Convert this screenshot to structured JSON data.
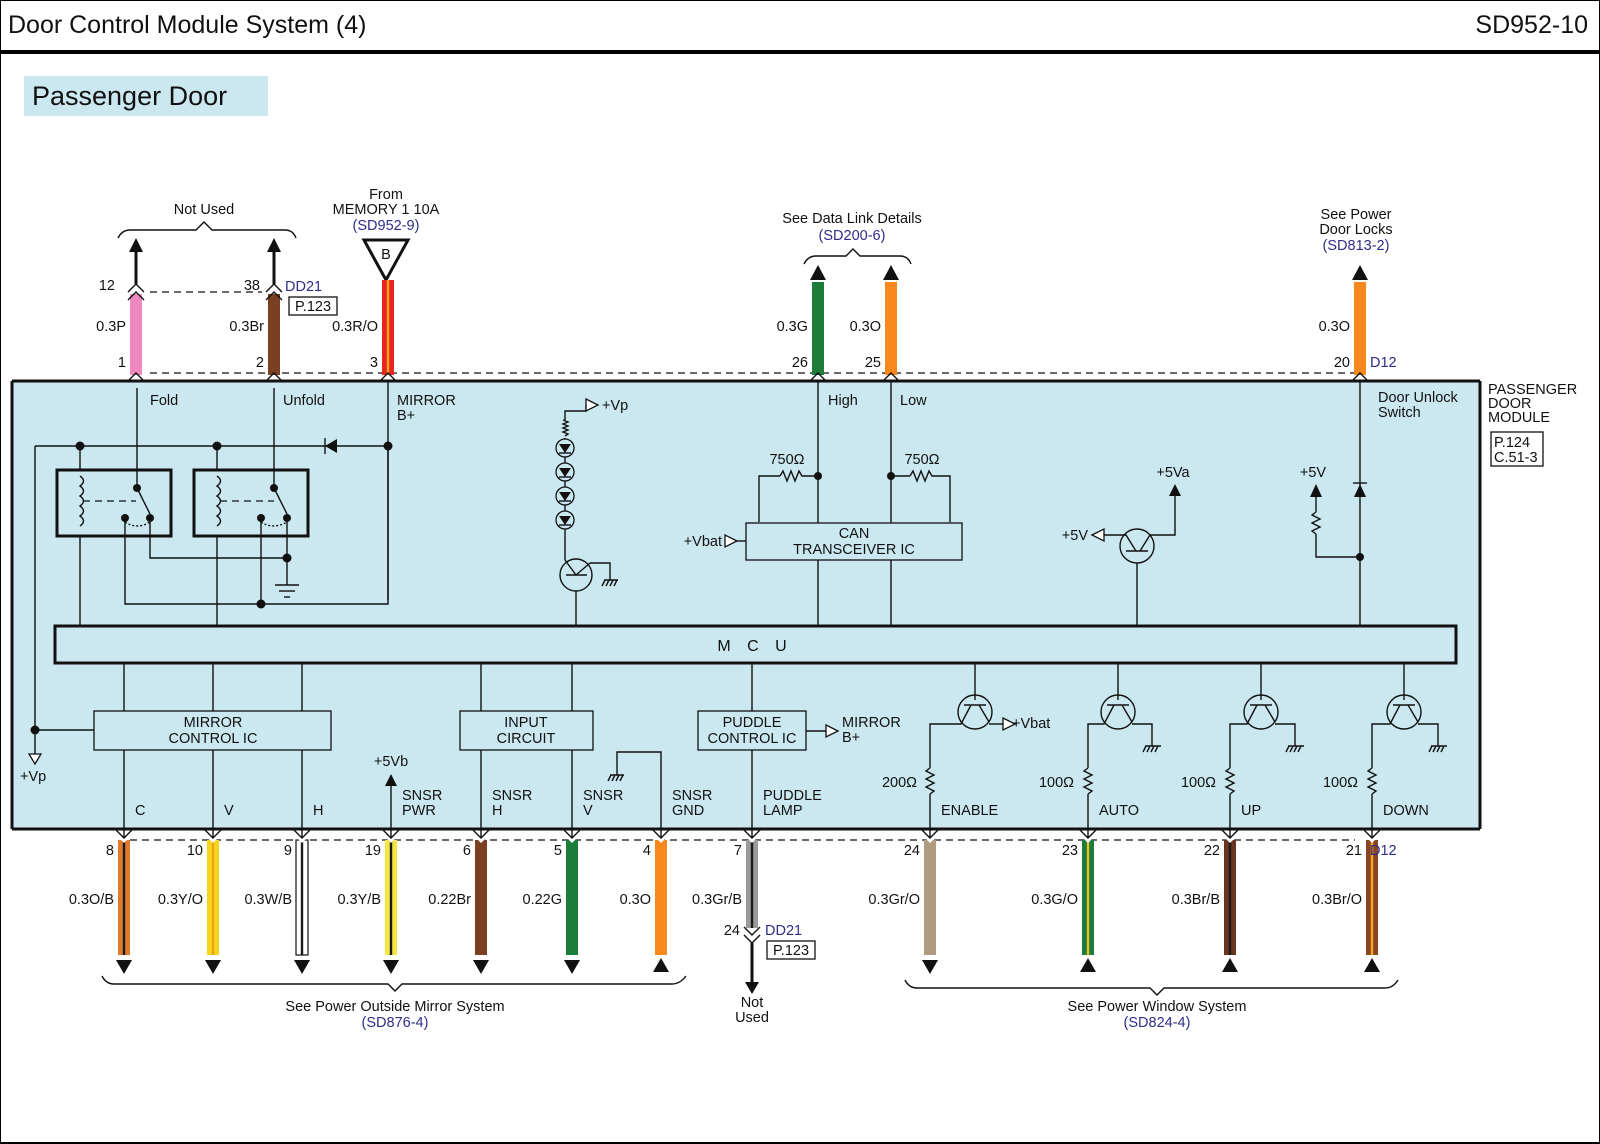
{
  "header": {
    "title": "Door Control Module System (4)",
    "code": "SD952-10"
  },
  "section": {
    "title": "Passenger Door"
  },
  "module": {
    "name_lines": [
      "PASSENGER",
      "DOOR",
      "MODULE"
    ],
    "ref_lines": [
      "P.124",
      "C.51-3"
    ],
    "bg_color": "#cbe8f1"
  },
  "top_refs": {
    "not_used": "Not Used",
    "memory": {
      "lines": [
        "From",
        "MEMORY 1 10A"
      ],
      "ref": "(SD952-9)",
      "tag": "B"
    },
    "data_link": {
      "text": "See Data Link Details",
      "ref": "(SD200-6)"
    },
    "door_locks": {
      "lines": [
        "See Power",
        "Door Locks"
      ],
      "ref": "(SD813-2)"
    }
  },
  "top_connectors": {
    "dd21": {
      "name": "DD21",
      "ref": "P.123",
      "pins": [
        "12",
        "38"
      ]
    },
    "d12": "D12"
  },
  "top_wires": [
    {
      "pin": "1",
      "gauge": "0.3P",
      "color": "#ee88bf",
      "stripe": null,
      "signal": "Fold"
    },
    {
      "pin": "2",
      "gauge": "0.3Br",
      "color": "#7b3f22",
      "stripe": null,
      "signal": "Unfold"
    },
    {
      "pin": "3",
      "gauge": "0.3R/O",
      "color": "#e8261d",
      "stripe": "#f5a623",
      "signal": "MIRROR B+"
    },
    {
      "pin": "26",
      "gauge": "0.3G",
      "color": "#1c7d3a",
      "stripe": null,
      "signal": "High"
    },
    {
      "pin": "25",
      "gauge": "0.3O",
      "color": "#f7891c",
      "stripe": null,
      "signal": "Low"
    },
    {
      "pin": "20",
      "gauge": "0.3O",
      "color": "#f7891c",
      "stripe": null,
      "signal": "Door Unlock Switch"
    }
  ],
  "internal": {
    "mcu": "M C U",
    "mirror_ic": [
      "MIRROR",
      "CONTROL IC"
    ],
    "input_circuit": [
      "INPUT",
      "CIRCUIT"
    ],
    "puddle_ic": [
      "PUDDLE",
      "CONTROL IC"
    ],
    "can_ic": [
      "CAN",
      "TRANSCEIVER IC"
    ],
    "labels": {
      "vp": "+Vp",
      "vbat": "+Vbat",
      "v5": "+5V",
      "v5a": "+5Va",
      "v5b": "+5Vb",
      "mirror_bplus": [
        "MIRROR",
        "B+"
      ],
      "r750": "750Ω",
      "r200": "200Ω",
      "r100": "100Ω"
    }
  },
  "bottom_wires": [
    {
      "pin": "8",
      "gauge": "0.3O/B",
      "color": "#e07a2c",
      "stripe": "#1a1a1a",
      "signal": "C",
      "dir": "down"
    },
    {
      "pin": "10",
      "gauge": "0.3Y/O",
      "color": "#f5d619",
      "stripe": "#f0a020",
      "signal": "V",
      "dir": "down"
    },
    {
      "pin": "9",
      "gauge": "0.3W/B",
      "color": "#ffffff",
      "stripe": "#1a1a1a",
      "signal": "H",
      "dir": "down"
    },
    {
      "pin": "19",
      "gauge": "0.3Y/B",
      "color": "#f3e640",
      "stripe": "#1a1a1a",
      "signal": "SNSR PWR",
      "dir": "down"
    },
    {
      "pin": "6",
      "gauge": "0.22Br",
      "color": "#7b3f22",
      "stripe": null,
      "signal": "SNSR H",
      "dir": "down"
    },
    {
      "pin": "5",
      "gauge": "0.22G",
      "color": "#1c7d3a",
      "stripe": null,
      "signal": "SNSR V",
      "dir": "down"
    },
    {
      "pin": "4",
      "gauge": "0.3O",
      "color": "#f7891c",
      "stripe": null,
      "signal": "SNSR GND",
      "dir": "up"
    },
    {
      "pin": "7",
      "gauge": "0.3Gr/B",
      "color": "#9a9a9a",
      "stripe": "#1a1a1a",
      "signal": "PUDDLE LAMP",
      "dir": "none"
    },
    {
      "pin": "24",
      "gauge": "0.3Gr/O",
      "color": "#b09a80",
      "stripe": null,
      "signal": "ENABLE",
      "dir": "down"
    },
    {
      "pin": "23",
      "gauge": "0.3G/O",
      "color": "#1c7d3a",
      "stripe": "#e8c020",
      "signal": "AUTO",
      "dir": "up"
    },
    {
      "pin": "22",
      "gauge": "0.3Br/B",
      "color": "#6b3420",
      "stripe": "#1a1a1a",
      "signal": "UP",
      "dir": "up"
    },
    {
      "pin": "21",
      "gauge": "0.3Br/O",
      "color": "#8a4422",
      "stripe": "#f5a623",
      "signal": "DOWN",
      "dir": "up"
    }
  ],
  "bottom_connectors": {
    "d12": "D12",
    "dd21": {
      "name": "DD21",
      "ref": "P.123",
      "pin": "24"
    },
    "not_used": [
      "Not",
      "Used"
    ]
  },
  "bottom_refs": {
    "mirror": {
      "text": "See Power Outside Mirror System",
      "ref": "(SD876-4)"
    },
    "window": {
      "text": "See Power Window System",
      "ref": "(SD824-4)"
    }
  }
}
